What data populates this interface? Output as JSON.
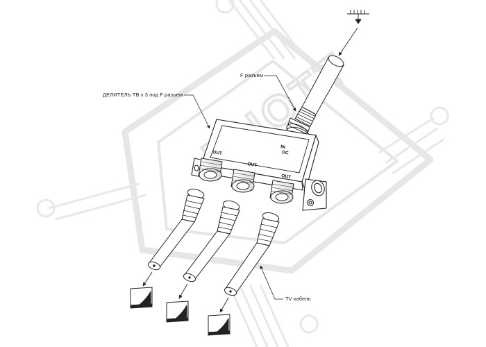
{
  "labels": {
    "splitter": "ДЕЛИТЕЛЬ ТВ х 3 под F разъем",
    "f_connector": "F разъем",
    "tv_cable": "TV кабель"
  },
  "ports": {
    "input": "IN",
    "input_sub": "DC",
    "outputs": [
      "OUT",
      "OUT",
      "OUT"
    ]
  },
  "watermark": {
    "text": "KNOTT"
  },
  "icons": [
    "antenna-icon",
    "tv-icon",
    "tv-icon",
    "tv-icon"
  ]
}
